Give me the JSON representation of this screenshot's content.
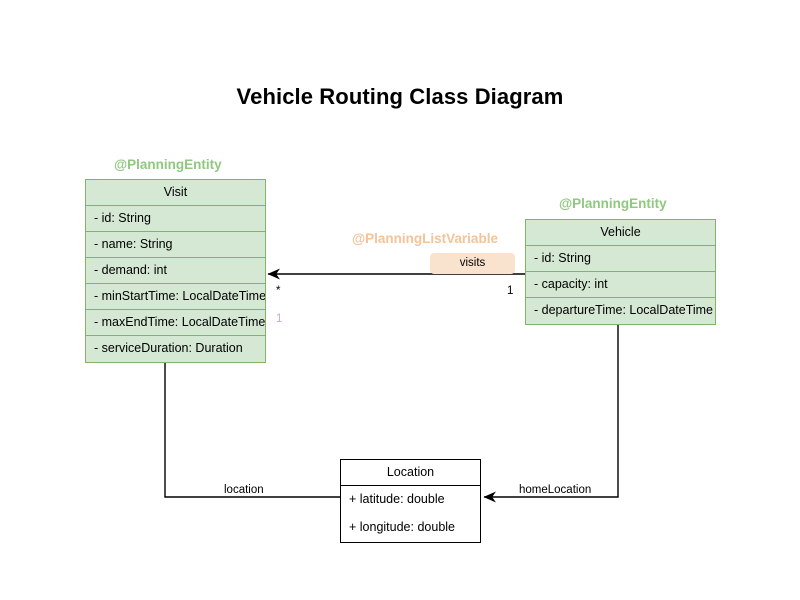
{
  "diagram": {
    "title": "Vehicle Routing Class Diagram",
    "background_color": "#ffffff"
  },
  "colors": {
    "planning_entity_fill": "#d5e8d4",
    "planning_entity_border": "#82b366",
    "planning_entity_label": "#8fc97f",
    "planning_list_variable_label": "#f5c396",
    "visits_badge_fill": "#fae3ce",
    "plain_class_fill": "#ffffff",
    "plain_class_border": "#000000",
    "edge_color": "#000000",
    "multiplicity_one_color": "#c9a8d8"
  },
  "classes": {
    "visit": {
      "stereotype": "@PlanningEntity",
      "name": "Visit",
      "attributes": [
        "- id: String",
        "- name: String",
        "- demand: int",
        "- minStartTime: LocalDateTime",
        "- maxEndTime: LocalDateTime",
        "- serviceDuration: Duration"
      ]
    },
    "vehicle": {
      "stereotype": "@PlanningEntity",
      "name": "Vehicle",
      "attributes": [
        "- id: String",
        "- capacity: int",
        "- departureTime: LocalDateTime"
      ]
    },
    "location": {
      "stereotype": "",
      "name": "Location",
      "attributes": [
        "+ latitude: double",
        "+ longitude: double"
      ]
    }
  },
  "relationships": {
    "visits": {
      "stereotype": "@PlanningListVariable",
      "label": "visits",
      "source": "Vehicle",
      "target": "Visit",
      "source_multiplicity": "1",
      "target_multiplicity": "*",
      "target_secondary_multiplicity": "1"
    },
    "visit_location": {
      "label": "location",
      "source": "Visit",
      "target": "Location"
    },
    "vehicle_home_location": {
      "label": "homeLocation",
      "source": "Vehicle",
      "target": "Location"
    }
  }
}
